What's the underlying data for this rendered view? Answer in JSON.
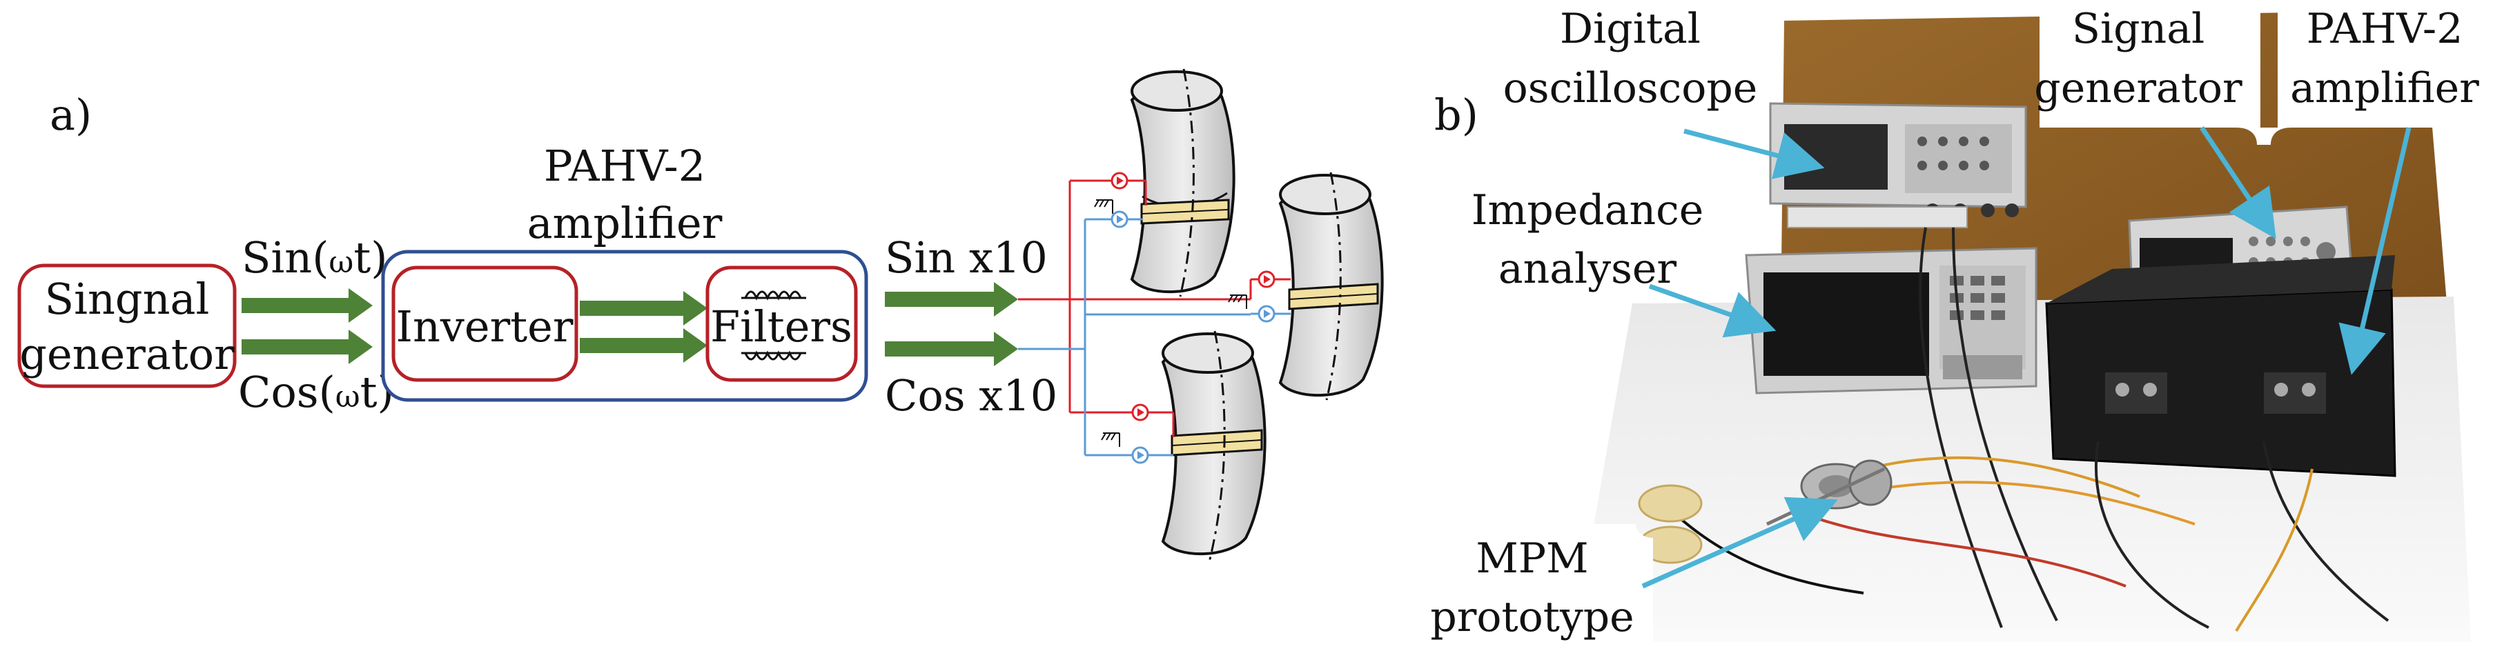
{
  "panel_a": {
    "label": "a)",
    "signal_generator": {
      "line1": "Singnal",
      "line2": "generator"
    },
    "sin_input": {
      "text": "Sin(",
      "omega": "ω",
      "suffix": "t)"
    },
    "cos_input": {
      "text": "Cos(",
      "omega": "ω",
      "suffix": "t)"
    },
    "amplifier_title": {
      "line1": "PAHV-2",
      "line2": "amplifier"
    },
    "inverter": "Inverter",
    "filters": "Filters",
    "sin_output": "Sin x10",
    "cos_output": "Cos x10",
    "colors": {
      "signal_box": "#b52127",
      "amplifier_box": "#2f4f91",
      "arrow": "#4e8237",
      "sin_wire": "#e0202a",
      "cos_wire": "#5b9bd5",
      "segment": "#d9d9d9",
      "coil": "#f2e0a0"
    }
  },
  "panel_b": {
    "label": "b)",
    "callouts": {
      "oscilloscope": {
        "line1": "Digital",
        "line2": "oscilloscope"
      },
      "signal_generator": {
        "line1": "Signal",
        "line2": "generator"
      },
      "amplifier": {
        "line1": "PAHV-2",
        "line2": "amplifier"
      },
      "impedance": {
        "line1": "Impedance",
        "line2": "analyser"
      },
      "mpm": {
        "line1": "MPM",
        "line2": "prototype"
      }
    },
    "colors": {
      "pointer": "#4bb3d6",
      "backboard": "#8a5a22",
      "table": "#f3f3f3",
      "instrument_light": "#d8d8d8",
      "instrument_dark": "#1b1b1b"
    }
  }
}
